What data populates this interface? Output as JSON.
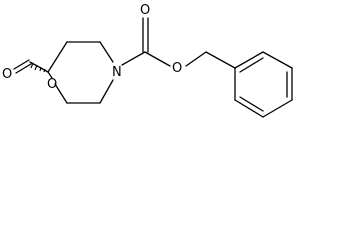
{
  "structure": {
    "atoms": {
      "aldehyde_oxygen": "O",
      "ring_nitrogen": "N",
      "ring_oxygen": "O",
      "carbonyl_oxygen": "O",
      "ester_oxygen": "O"
    }
  }
}
